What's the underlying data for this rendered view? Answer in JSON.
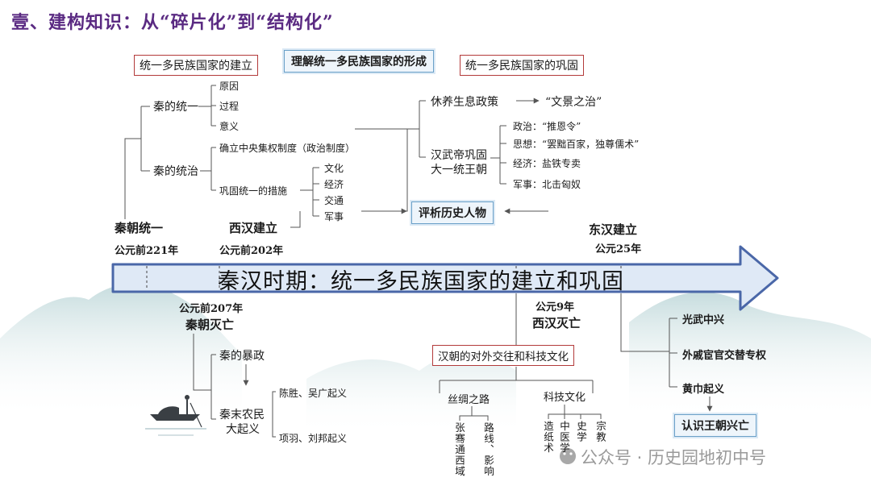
{
  "title": "壹、建构知识：从“碎片化”到“结构化”",
  "headers": {
    "left": "统一多民族国家的建立",
    "center": "理解统一多民族国家的形成",
    "right": "统一多民族国家的巩固"
  },
  "qin_unify": {
    "label": "秦的统一",
    "items": [
      "原因",
      "过程",
      "意义"
    ]
  },
  "qin_rule": {
    "label": "秦的统治",
    "item1": "确立中央集权制度（政治制度）",
    "item2": "巩固统一的措施",
    "measures": [
      "文化",
      "经济",
      "交通",
      "军事"
    ]
  },
  "han_early": {
    "policy": "休养生息政策",
    "result": "“文景之治”",
    "wudi_line1": "汉武帝巩固",
    "wudi_line2": "大一统王朝",
    "wudi_items": [
      "政治：“推恩令”",
      "思想：“罢黜百家，独尊儒术”",
      "经济：盐铁专卖",
      "军事：北击匈奴"
    ]
  },
  "evaluate": "评析历史人物",
  "timeline": {
    "arrow_text": "秦汉时期：统一多民族国家的建立和巩固",
    "qin_unify": {
      "event": "秦朝统一",
      "date": "公元前221年"
    },
    "xihan_found": {
      "event": "西汉建立",
      "date": "公元前202年"
    },
    "qin_fall": {
      "date": "公元前207年",
      "event": "秦朝灭亡"
    },
    "xihan_fall": {
      "date": "公元9年",
      "event": "西汉灭亡"
    },
    "donghan_found": {
      "event": "东汉建立",
      "date": "公元25年"
    }
  },
  "qin_decline": {
    "tyranny": "秦的暴政",
    "uprising_l1": "秦末农民",
    "uprising_l2": "大起义",
    "u1": "陈胜、吴广起义",
    "u2": "项羽、刘邦起义"
  },
  "han_culture": {
    "box": "汉朝的对外交往和科技文化",
    "silk": "丝绸之路",
    "silk_items": [
      "张骞通西域",
      "路线、影响"
    ],
    "tech": "科技文化",
    "tech_items": [
      "造纸术",
      "中医学",
      "史学",
      "宗教"
    ]
  },
  "donghan": {
    "items": [
      "光武中兴",
      "外戚宦官交替专权",
      "黄巾起义"
    ],
    "box": "认识王朝兴亡"
  },
  "watermark": "公众号 · 历史园地初中号",
  "colors": {
    "title": "#5a2a82",
    "arrow_fill": "#dfe9f6",
    "arrow_stroke": "#4a67a8",
    "red_border": "#b33a3a",
    "blue_border": "#6aa0c8"
  }
}
